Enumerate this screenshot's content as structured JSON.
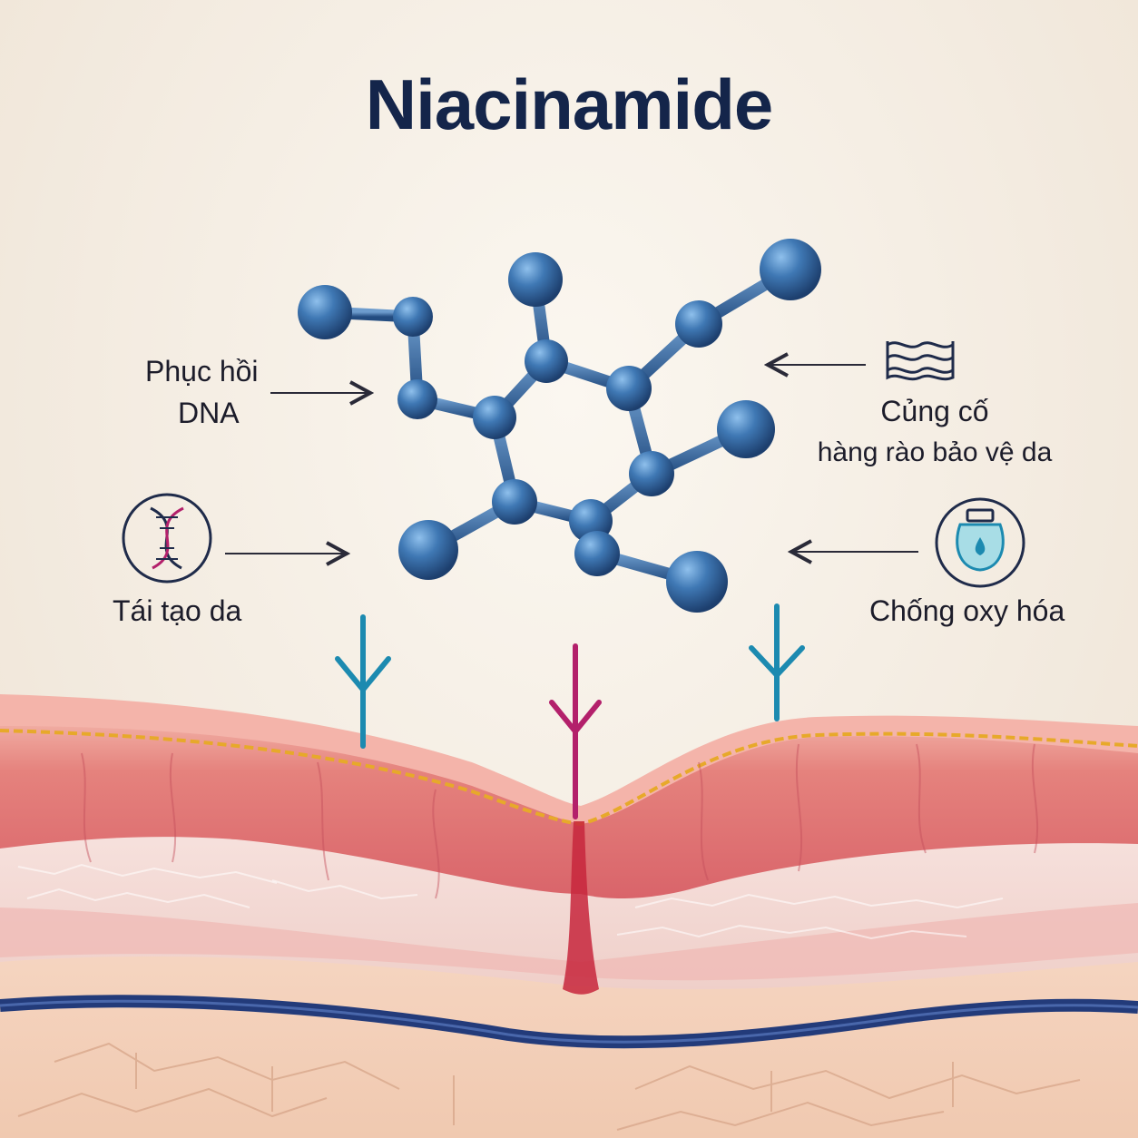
{
  "title": "Niacinamide",
  "labels": {
    "dna_line1": "Phục hồi",
    "dna_line2": "DNA",
    "taitao": "Tái tạo da",
    "cungco_line1": "Củng cố",
    "cungco_line2": "hàng rào bảo vệ da",
    "chong": "Chống oxy hóa"
  },
  "colors": {
    "title": "#14254a",
    "molecule": "#2f5f97",
    "arrow_teal": "#1c8ab0",
    "arrow_magenta": "#b3206b",
    "skin_epidermis": "#e07b78",
    "skin_dermis": "#f3d6d0",
    "vessel": "#233b7a"
  },
  "icons": [
    "dna-icon",
    "skin-layers-icon",
    "antioxidant-drop-icon"
  ]
}
